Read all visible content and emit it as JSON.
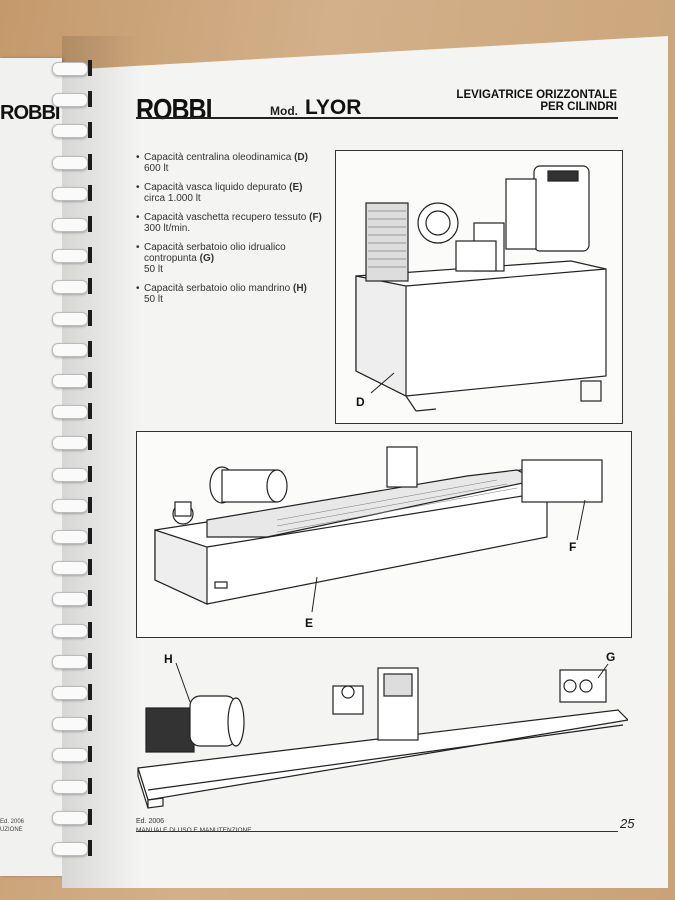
{
  "left_page": {
    "logo": "ROBBI",
    "footer_ed": "Ed. 2006",
    "footer_sub": "UZIONE"
  },
  "header": {
    "logo": "ROBBI",
    "mod_label": "Mod.",
    "model": "LYOR",
    "title_line1": "LEVIGATRICE ORIZZONTALE",
    "title_line2": "PER CILINDRI"
  },
  "specs": [
    {
      "text": "Capacità centralina oleodinamica",
      "code": "(D)",
      "value": "600 lt"
    },
    {
      "text": "Capacità vasca liquido depurato",
      "code": "(E)",
      "value": "circa 1.000 lt"
    },
    {
      "text": "Capacità vaschetta recupero tessuto",
      "code": "(F)",
      "value": "300 lt/min."
    },
    {
      "text": "Capacità serbatoio olio idrualico contropunta",
      "code": "(G)",
      "value": "50 lt"
    },
    {
      "text": "Capacità serbatoio olio mandrino",
      "code": "(H)",
      "value": "50 lt"
    }
  ],
  "figures": {
    "d_label": "D",
    "e_label": "E",
    "f_label": "F",
    "g_label": "G",
    "h_label": "H"
  },
  "footer": {
    "edition": "Ed. 2006",
    "manual": "MANUALE DI USO E MANUTENZIONE",
    "page": "25"
  }
}
